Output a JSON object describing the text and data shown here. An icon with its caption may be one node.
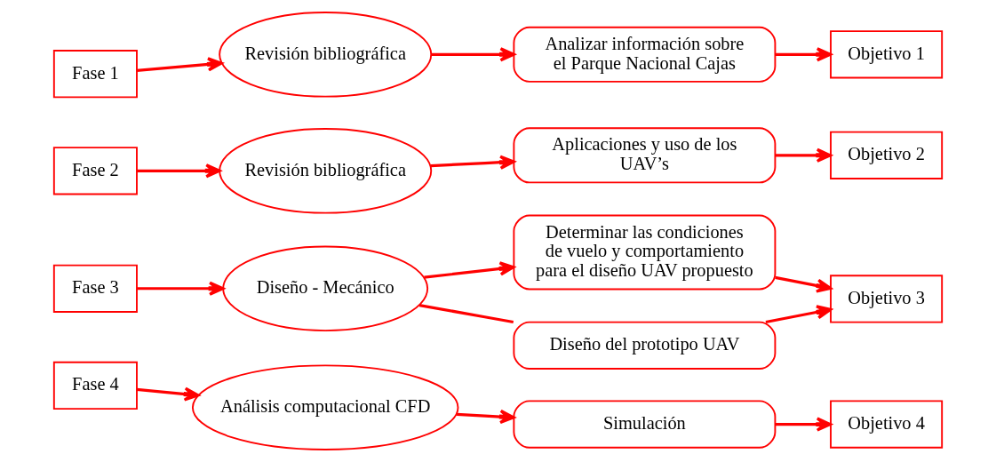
{
  "diagram": {
    "nodes": [
      {
        "text": [
          "Fase 1"
        ]
      },
      {
        "text": [
          "Revisión bibliográfica"
        ]
      },
      {
        "text": [
          "Analizar información sobre el Parque Nacional Cajas"
        ]
      },
      {
        "text": [
          "Objetivo 1"
        ]
      },
      {
        "text": [
          "Fase 2"
        ]
      },
      {
        "text": [
          "Revisión bibliográfica"
        ]
      },
      {
        "text": [
          "Aplicaciones y uso de los UAV’s"
        ]
      },
      {
        "text": [
          "Objetivo 2"
        ]
      },
      {
        "text": [
          "Fase 3"
        ]
      },
      {
        "text": [
          "Diseño - Mecánico"
        ]
      },
      {
        "text": [
          "Determinar las condiciones de vuelo y comportamiento para el diseño UAV propuesto"
        ]
      },
      {
        "text": [
          "Diseño del prototipo UAV"
        ]
      },
      {
        "text": [
          "Objetivo 3"
        ]
      },
      {
        "text": [
          "Fase 4"
        ]
      },
      {
        "text": [
          "Análisis computacional CFD"
        ]
      },
      {
        "text": [
          "Simulación"
        ]
      },
      {
        "text": [
          "Objetivo 4"
        ]
      }
    ],
    "edges": [
      {
        "from": 0,
        "to": 1,
        "arrow": "to"
      },
      {
        "from": 1,
        "to": 2,
        "arrow": "to"
      },
      {
        "from": 2,
        "to": 3,
        "arrow": "to"
      },
      {
        "from": 4,
        "to": 5,
        "arrow": "to"
      },
      {
        "from": 5,
        "to": 6,
        "arrow": "to"
      },
      {
        "from": 6,
        "to": 7,
        "arrow": "to"
      },
      {
        "from": 8,
        "to": 9,
        "arrow": "to"
      },
      {
        "from": 9,
        "to": 10,
        "arrow": "to"
      },
      {
        "from": 9,
        "to": 11,
        "arrow": "none"
      },
      {
        "from": 10,
        "to": 12,
        "arrow": "to"
      },
      {
        "from": 11,
        "to": 12,
        "arrow": "to"
      },
      {
        "from": 13,
        "to": 14,
        "arrow": "to"
      },
      {
        "from": 14,
        "to": 15,
        "arrow": "to"
      },
      {
        "from": 15,
        "to": 16,
        "arrow": "to"
      }
    ]
  }
}
